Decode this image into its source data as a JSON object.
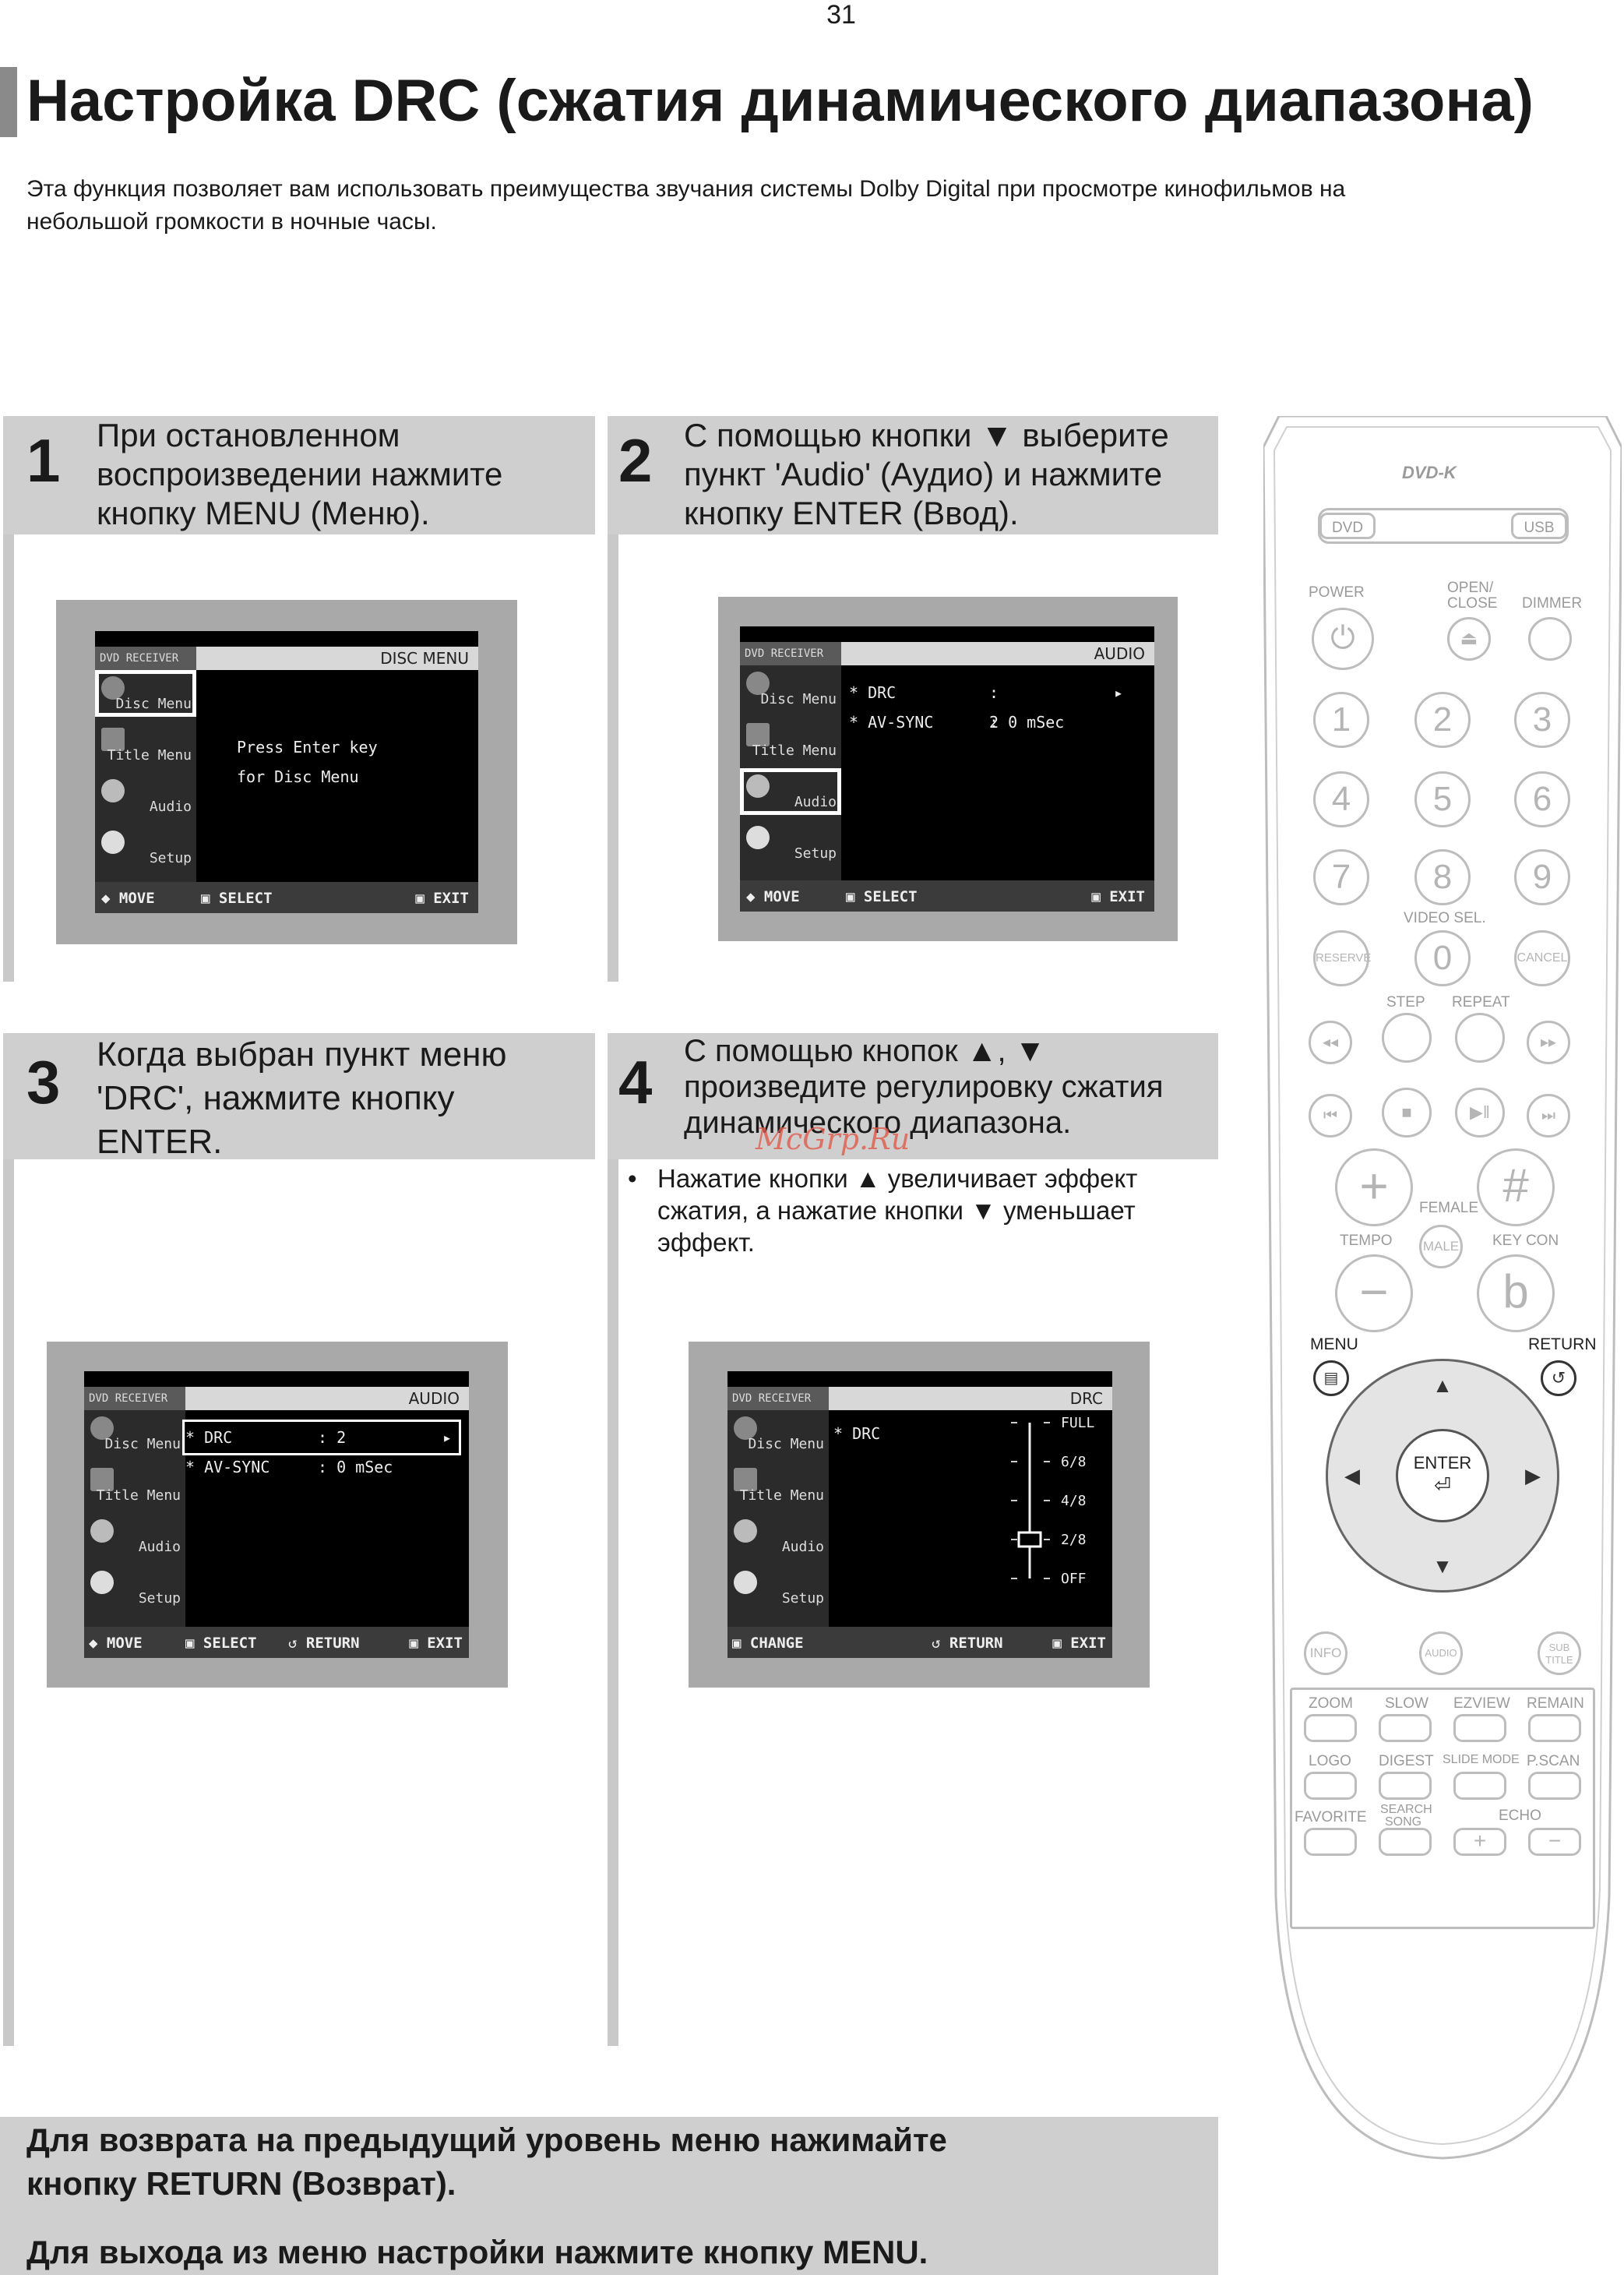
{
  "page_number": "31",
  "title": "Настройка DRC (сжатия динамического диапазона)",
  "intro_line1": "Эта функция позволяет вам использовать преимущества звучания системы Dolby Digital при просмотре кинофильмов на",
  "intro_line2": "небольшой громкости в ночные часы.",
  "steps": [
    {
      "num": "1",
      "l1": "При остановленном",
      "l2": "воспроизведении нажмите",
      "l3": "кнопку MENU (Меню)."
    },
    {
      "num": "2",
      "l1": "С помощью кнопки ▼ выберите",
      "l2": "пункт 'Audio' (Аудио) и нажмите",
      "l3": "кнопку ENTER (Ввод)."
    },
    {
      "num": "3",
      "l1": "Когда выбран пункт меню",
      "l2": "'DRC', нажмите кнопку",
      "l3": "ENTER."
    },
    {
      "num": "4",
      "l1": "С помощью кнопок ▲, ▼",
      "l2": "произведите регулировку сжатия",
      "l3": "динамического диапазона."
    }
  ],
  "step4_note_l1": "Нажатие кнопки ▲ увеличивает эффект",
  "step4_note_l2": "сжатия, а нажатие кнопки ▼ уменьшает",
  "step4_note_l3": "эффект.",
  "osd": {
    "brand": "DVD RECEIVER",
    "disc_menu": "Disc Menu",
    "title_menu": "Title Menu",
    "audio": "Audio",
    "setup": "Setup",
    "hdr_disc_menu": "DISC MENU",
    "hdr_audio": "AUDIO",
    "hdr_drc": "DRC",
    "press_enter_l1": "Press Enter key",
    "press_enter_l2": "for Disc Menu",
    "drc": "DRC",
    "drc_value": "2",
    "avsync": "AV-SYNC",
    "avsync_value": "0 mSec",
    "move": "MOVE",
    "select": "SELECT",
    "exit": "EXIT",
    "return": "RETURN",
    "change": "CHANGE",
    "scale": [
      "FULL",
      "6/8",
      "4/8",
      "2/8",
      "OFF"
    ],
    "drc_level_fraction": 0.25
  },
  "remote": {
    "logo": "DVD-K",
    "dvd": "DVD",
    "usb": "USB",
    "power": "POWER",
    "open_close_1": "OPEN/",
    "open_close_2": "CLOSE",
    "dimmer": "DIMMER",
    "digits": [
      "1",
      "2",
      "3",
      "4",
      "5",
      "6",
      "7",
      "8",
      "9"
    ],
    "video_sel": "VIDEO SEL.",
    "reserve": "RESERVE",
    "zero": "0",
    "cancel": "CANCEL",
    "step": "STEP",
    "repeat": "REPEAT",
    "female": "FEMALE",
    "tempo": "TEMPO",
    "male": "MALE",
    "key_con": "KEY CON",
    "sharp": "#",
    "flat": "b",
    "plus": "+",
    "minus": "−",
    "menu": "MENU",
    "return": "RETURN",
    "enter": "ENTER",
    "info": "INFO",
    "audio": "AUDIO",
    "sub_1": "SUB",
    "sub_2": "TITLE",
    "zoom": "ZOOM",
    "slow": "SLOW",
    "ezview": "EZVIEW",
    "remain": "REMAIN",
    "logo_btn": "LOGO",
    "digest": "DIGEST",
    "slide_mode": "SLIDE MODE",
    "pscan": "P.SCAN",
    "favorite": "FAVORITE",
    "search_1": "SEARCH",
    "search_2": "SONG",
    "echo": "ECHO"
  },
  "footer_l1": "Для возврата на предыдущий уровень меню нажимайте",
  "footer_l2": "кнопку RETURN (Возврат).",
  "footer_l3": "Для выхода из меню настройки нажмите кнопку MENU.",
  "watermark": "McGrp.Ru"
}
